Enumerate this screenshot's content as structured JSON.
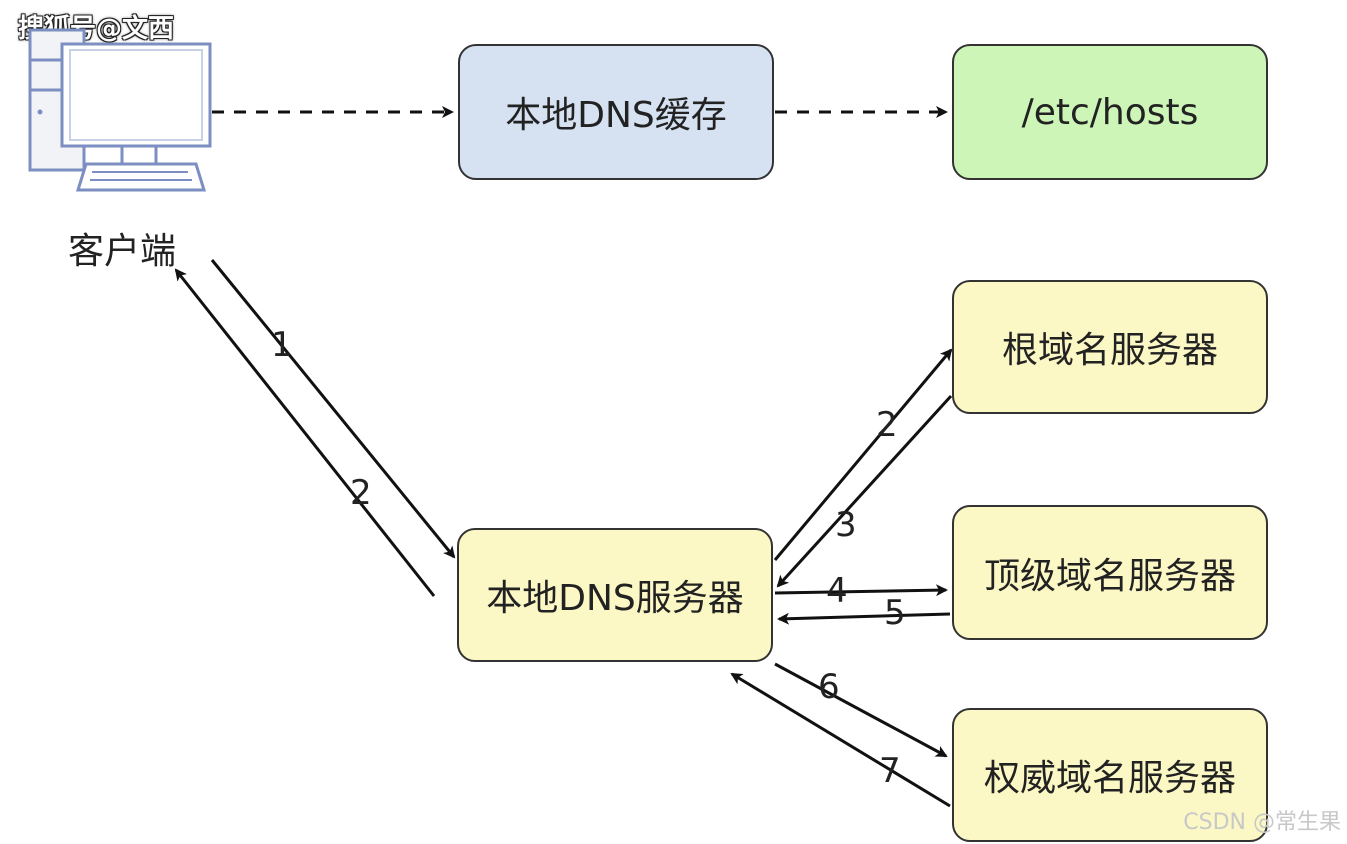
{
  "watermarks": {
    "top": "搜狐号@文西",
    "bottom": "CSDN @常生果"
  },
  "client": {
    "label": "客户端",
    "icon": "desktop-computer-icon"
  },
  "nodes": {
    "local_cache": "本地DNS缓存",
    "hosts_file": "/etc/hosts",
    "local_dns_server": "本地DNS服务器",
    "root_server": "根域名服务器",
    "tld_server": "顶级域名服务器",
    "authoritative_server": "权威域名服务器"
  },
  "edge_labels": {
    "client_to_local": "1",
    "local_to_client": "2",
    "local_to_root": "2",
    "root_to_local": "3",
    "local_to_tld": "4",
    "tld_to_local": "5",
    "local_to_auth": "6",
    "auth_to_local": "7"
  },
  "colors": {
    "cache_fill": "#d6e2f2",
    "hosts_fill": "#cdf5b8",
    "server_fill": "#fbf8c5",
    "stroke": "#333333",
    "computer_outline": "#7d8fc2"
  }
}
